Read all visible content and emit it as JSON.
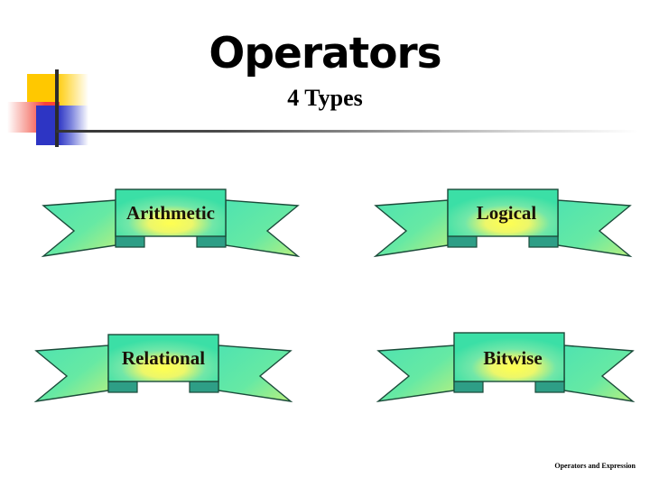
{
  "slide": {
    "title": "Operators",
    "subtitle": "4 Types",
    "footer": "Operators and Expression"
  },
  "decoration": {
    "yellow_swatch": "#FFC800",
    "red_swatch": "#F8413C",
    "blue_swatch": "#2D35C4",
    "rule_color": "#333333"
  },
  "banners": [
    {
      "label": "Arithmetic",
      "row": 1,
      "column": 1
    },
    {
      "label": "Logical",
      "row": 1,
      "column": 2
    },
    {
      "label": "Relational",
      "row": 2,
      "column": 1
    },
    {
      "label": "Bitwise",
      "row": 2,
      "column": 2
    }
  ],
  "banner_style": {
    "fill_center": "#FFFF3C",
    "fill_edge": "#3CE0A8",
    "fill_mid": "#5CE8A0",
    "shadow_fill": "#2E9E86",
    "outline": "#1B4B3A"
  }
}
